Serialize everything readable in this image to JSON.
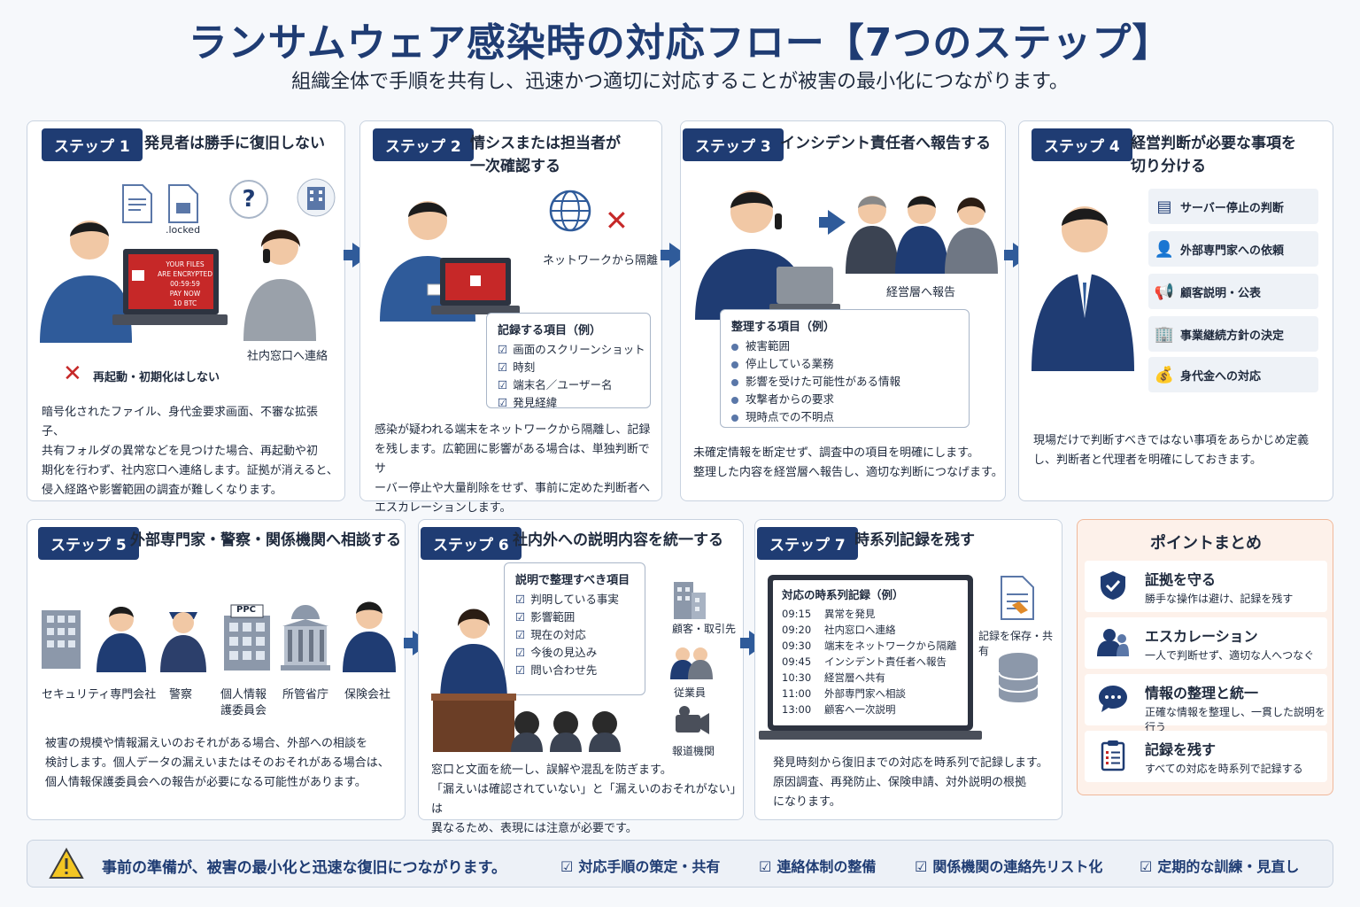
{
  "header": {
    "title": "ランサムウェア感染時の対応フロー【7つのステップ】",
    "subtitle": "組織全体で手順を共有し、迅速かつ適切に対応することが被害の最小化につながります。"
  },
  "step1": {
    "badge": "ステップ 1",
    "title": "発見者は勝手に復旧しない",
    "file_label": ".locked",
    "screen_lines": [
      "YOUR FILES",
      "ARE ENCRYPTED",
      "00:59:59",
      "PAY NOW",
      "10 BTC"
    ],
    "contact_label": "社内窓口へ連絡",
    "warning": "再起動・初期化はしない",
    "desc": [
      "暗号化されたファイル、身代金要求画面、不審な拡張子、",
      "共有フォルダの異常などを見つけた場合、再起動や初",
      "期化を行わず、社内窓口へ連絡します。証拠が消えると、",
      "侵入経路や影響範囲の調査が難しくなります。"
    ]
  },
  "step2": {
    "badge": "ステップ 2",
    "title": [
      "情シスまたは担当者が",
      "一次確認する"
    ],
    "network_label": "ネットワークから隔離",
    "box_title": "記録する項目（例）",
    "box_items": [
      "画面のスクリーンショット",
      "時刻",
      "端末名／ユーザー名",
      "発見経緯"
    ],
    "desc": [
      "感染が疑われる端末をネットワークから隔離し、記録",
      "を残します。広範囲に影響がある場合は、単独判断でサ",
      "ーバー停止や大量削除をせず、事前に定めた判断者へ",
      "エスカレーションします。"
    ]
  },
  "step3": {
    "badge": "ステップ 3",
    "title": "インシデント責任者へ報告する",
    "mgmt_label": "経営層へ報告",
    "box_title": "整理する項目（例）",
    "box_items": [
      "被害範囲",
      "停止している業務",
      "影響を受けた可能性がある情報",
      "攻撃者からの要求",
      "現時点での不明点"
    ],
    "desc": [
      "未確定情報を断定せず、調査中の項目を明確にします。",
      "整理した内容を経営層へ報告し、適切な判断につなげます。"
    ]
  },
  "step4": {
    "badge": "ステップ 4",
    "title": [
      "経営判断が必要な事項を",
      "切り分ける"
    ],
    "items": [
      {
        "icon": "server-icon",
        "label": "サーバー停止の判断"
      },
      {
        "icon": "expert-icon",
        "label": "外部専門家への依頼"
      },
      {
        "icon": "megaphone-icon",
        "label": "顧客説明・公表"
      },
      {
        "icon": "building-icon",
        "label": "事業継続方針の決定"
      },
      {
        "icon": "money-bag-icon",
        "label": "身代金への対応"
      }
    ],
    "desc": [
      "現場だけで判断すべきではない事項をあらかじめ定義",
      "し、判断者と代理者を明確にしておきます。"
    ]
  },
  "step5": {
    "badge": "ステップ 5",
    "title": "外部専門家・警察・関係機関へ相談する",
    "orgs": [
      "セキュリティ専門会社",
      "警察",
      "個人情報",
      "護委員会",
      "所管省庁",
      "保険会社"
    ],
    "ppc": "PPC",
    "desc": [
      "被害の規模や情報漏えいのおそれがある場合、外部への相談を",
      "検討します。個人データの漏えいまたはそのおそれがある場合は、",
      "個人情報保護委員会への報告が必要になる可能性があります。"
    ]
  },
  "step6": {
    "badge": "ステップ 6",
    "title": "社内外への説明内容を統一する",
    "box_title": "説明で整理すべき項目",
    "box_items": [
      "判明している事実",
      "影響範囲",
      "現在の対応",
      "今後の見込み",
      "問い合わせ先"
    ],
    "audiences": [
      "顧客・取引先",
      "従業員",
      "報道機関"
    ],
    "desc": [
      "窓口と文面を統一し、誤解や混乱を防ぎます。",
      "「漏えいは確認されていない」と「漏えいのおそれがない」は",
      "異なるため、表現には注意が必要です。"
    ]
  },
  "step7": {
    "badge": "ステップ 7",
    "title": "時系列記録を残す",
    "log_title": "対応の時系列記録（例）",
    "log": [
      {
        "time": "09:15",
        "text": "異常を発見"
      },
      {
        "time": "09:20",
        "text": "社内窓口へ連絡"
      },
      {
        "time": "09:30",
        "text": "端末をネットワークから隔離"
      },
      {
        "time": "09:45",
        "text": "インシデント責任者へ報告"
      },
      {
        "time": "10:30",
        "text": "経営層へ共有"
      },
      {
        "time": "11:00",
        "text": "外部専門家へ相談"
      },
      {
        "time": "13:00",
        "text": "顧客へ一次説明"
      }
    ],
    "save_label": "記録を保存・共有",
    "desc": [
      "発見時刻から復旧までの対応を時系列で記録します。",
      "原因調査、再発防止、保険申請、対外説明の根拠",
      "になります。"
    ]
  },
  "summary": {
    "title": "ポイントまとめ",
    "items": [
      {
        "icon": "shield-icon",
        "title": "証拠を守る",
        "sub": "勝手な操作は避け、記録を残す"
      },
      {
        "icon": "people-icon",
        "title": "エスカレーション",
        "sub": "一人で判断せず、適切な人へつなぐ"
      },
      {
        "icon": "chat-icon",
        "title": "情報の整理と統一",
        "sub": "正確な情報を整理し、一貫した説明を行う"
      },
      {
        "icon": "clipboard-icon",
        "title": "記録を残す",
        "sub": "すべての対応を時系列で記録する"
      }
    ]
  },
  "footer": {
    "message": "事前の準備が、被害の最小化と迅速な復旧につながります。",
    "items": [
      "対応手順の策定・共有",
      "連絡体制の整備",
      "関係機関の連絡先リスト化",
      "定期的な訓練・見直し"
    ]
  },
  "colors": {
    "navy": "#1f3c73",
    "accent": "#2f5b9a",
    "red": "#c62828",
    "warn": "#f3c623"
  }
}
